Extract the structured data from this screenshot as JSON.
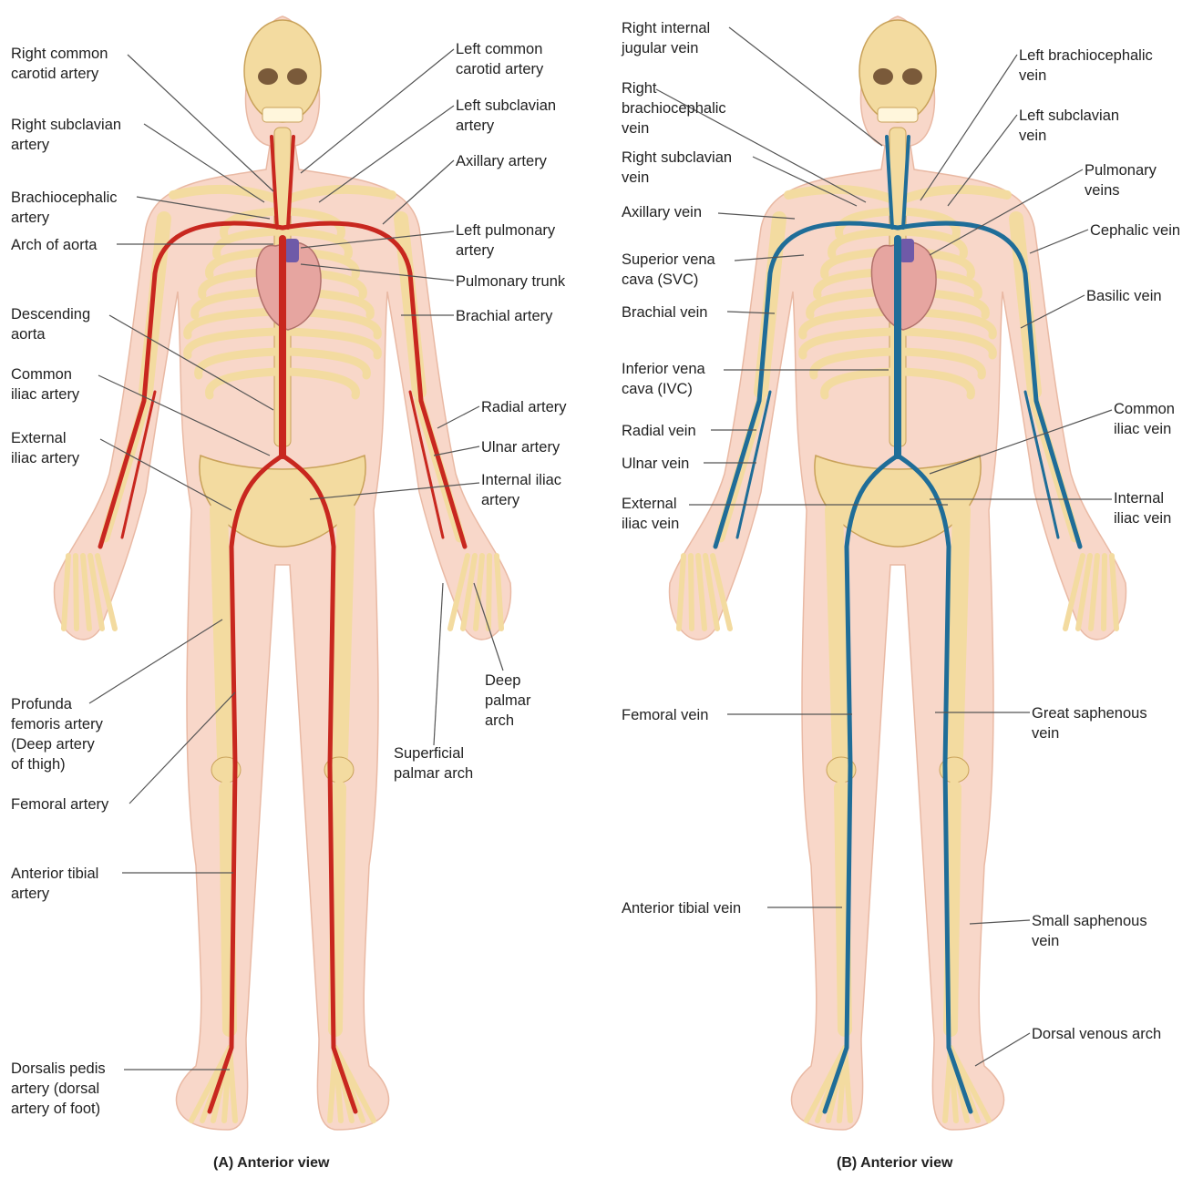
{
  "colors": {
    "skin": "#f8d7c9",
    "skin_edge": "#e9b9a4",
    "bone": "#f3dba0",
    "bone_edge": "#c9a25a",
    "artery": "#c8271f",
    "vein": "#1f6d98",
    "heart": "#e6a5a0",
    "leader": "#555555"
  },
  "panel_a": {
    "caption": "(A) Anterior view",
    "vessel_type": "artery",
    "labels": {
      "right_common_carotid": "Right common\ncarotid artery",
      "right_subclavian": "Right subclavian\nartery",
      "brachiocephalic": "Brachiocephalic\nartery",
      "arch_of_aorta": "Arch of aorta",
      "descending_aorta": "Descending\naorta",
      "common_iliac": "Common\niliac artery",
      "external_iliac": "External\niliac artery",
      "profunda_femoris": "Profunda\nfemoris artery\n(Deep artery\nof thigh)",
      "femoral": "Femoral artery",
      "anterior_tibial": "Anterior tibial\nartery",
      "dorsalis_pedis": "Dorsalis pedis\nartery (dorsal\nartery of foot)",
      "left_common_carotid": "Left common\ncarotid artery",
      "left_subclavian": "Left subclavian\nartery",
      "axillary": "Axillary artery",
      "left_pulmonary": "Left pulmonary\nartery",
      "pulmonary_trunk": "Pulmonary trunk",
      "brachial": "Brachial artery",
      "radial": "Radial artery",
      "ulnar": "Ulnar artery",
      "internal_iliac": "Internal iliac\nartery",
      "deep_palmar_arch": "Deep\npalmar\narch",
      "superficial_palmar_arch": "Superficial\npalmar arch"
    }
  },
  "panel_b": {
    "caption": "(B) Anterior view",
    "vessel_type": "vein",
    "labels": {
      "right_internal_jugular": "Right internal\njugular vein",
      "right_brachiocephalic": "Right\nbrachiocephalic\nvein",
      "right_subclavian": "Right subclavian\nvein",
      "axillary": "Axillary vein",
      "svc": "Superior vena\ncava (SVC)",
      "brachial": "Brachial vein",
      "ivc": "Inferior vena\ncava (IVC)",
      "radial": "Radial vein",
      "ulnar": "Ulnar vein",
      "external_iliac": "External\niliac vein",
      "femoral": "Femoral vein",
      "anterior_tibial": "Anterior tibial vein",
      "left_brachiocephalic": "Left brachiocephalic\nvein",
      "left_subclavian": "Left subclavian\nvein",
      "pulmonary_veins": "Pulmonary\nveins",
      "cephalic": "Cephalic vein",
      "basilic": "Basilic vein",
      "common_iliac": "Common\niliac vein",
      "internal_iliac": "Internal\niliac vein",
      "great_saphenous": "Great saphenous\nvein",
      "small_saphenous": "Small saphenous\nvein",
      "dorsal_venous_arch": "Dorsal venous arch"
    }
  }
}
